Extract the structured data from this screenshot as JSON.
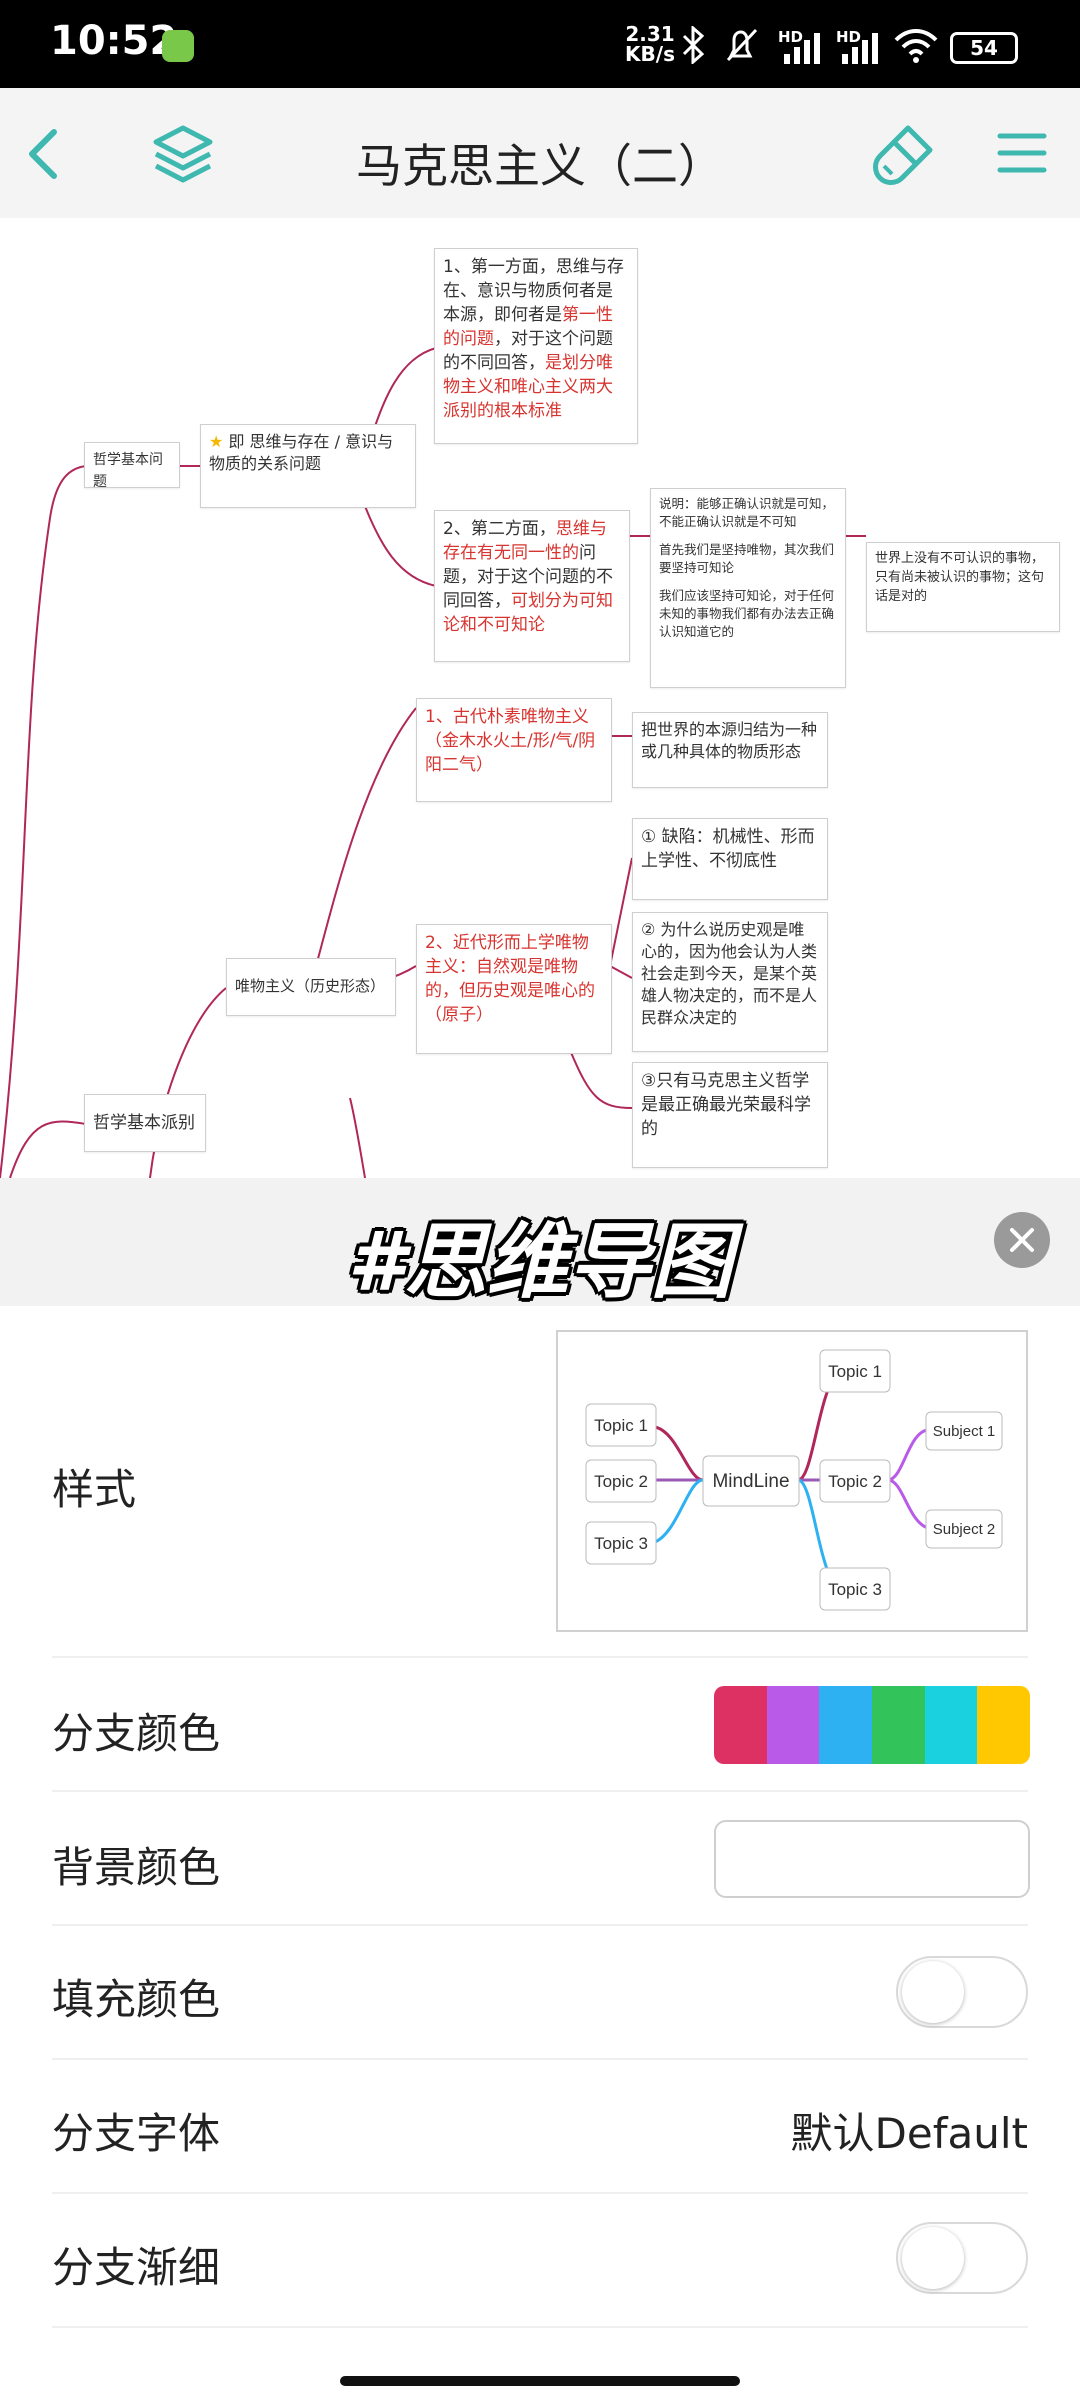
{
  "status_bar": {
    "time": "10:52",
    "net_speed_value": "2.31",
    "net_speed_unit": "KB/s",
    "hd_label": "HD",
    "battery": "54"
  },
  "app_bar": {
    "title": "马克思主义（二）",
    "back_icon": "chevron-left-icon",
    "layers_icon": "layers-icon",
    "brush_icon": "paint-brush-icon",
    "menu_icon": "hamburger-menu-icon",
    "accent_color": "#3fb8b0"
  },
  "mindmap": {
    "branch_color": "#b0275a",
    "n1": "哲学基本问题",
    "n2": "即 思维与存在 / 意识与物质的关系问题",
    "n3_a": "1、第一方面，思维与存在、意识与物质何者是本源，即何者是",
    "n3_b": "第一性的问题",
    "n3_c": "，对于这个问题的不同回答，",
    "n3_d": "是划分唯物主义和唯心主义两大派别的根本标准",
    "n4_a": "2、第二方面，",
    "n4_b": "思维与存在有无同一性的",
    "n4_c": "问题，对于这个问题的不同回答，",
    "n4_d": "可划分为可知论和不可知论",
    "n5_p1": "说明：能够正确认识就是可知，不能正确认识就是不可知",
    "n5_p2": "首先我们是坚持唯物，其次我们要坚持可知论",
    "n5_p3": "我们应该坚持可知论，对于任何未知的事物我们都有办法去正确认识知道它的",
    "n6": "世界上没有不可认识的事物，只有尚未被认识的事物；这句话是对的",
    "n7": "1、古代朴素唯物主义（金木水火土/形/气/阴阳二气）",
    "n8": "把世界的本源归结为一种或几种具体的物质形态",
    "n9": "唯物主义（历史形态）",
    "n10": "2、近代形而上学唯物主义：自然观是唯物的，但历史观是唯心的（原子）",
    "n11": "① 缺陷：机械性、形而上学性、不彻底性",
    "n12": "② 为什么说历史观是唯心的，因为他会认为人类社会走到今天，是某个英雄人物决定的，而不是人民群众决定的",
    "n13": "③只有马克思主义哲学是最正确最光荣最科学的",
    "n14": "哲学基本派别"
  },
  "overlay": {
    "hashtag": "#思维导图",
    "close_icon": "close-icon"
  },
  "settings": {
    "style_label": "样式",
    "style_preview": {
      "center": "MindLine",
      "left": [
        "Topic 1",
        "Topic 2",
        "Topic 3"
      ],
      "right": [
        "Topic 1",
        "Topic 2",
        "Topic 3"
      ],
      "subjects": [
        "Subject 1",
        "Subject 2"
      ]
    },
    "branch_color_label": "分支颜色",
    "branch_colors": [
      "#de3163",
      "#b95be8",
      "#2eb1f2",
      "#33c35b",
      "#19d1df",
      "#ffc800"
    ],
    "background_color_label": "背景颜色",
    "fill_color_label": "填充颜色",
    "fill_color_on": false,
    "branch_font_label": "分支字体",
    "branch_font_value": "默认Default",
    "branch_taper_label": "分支渐细",
    "branch_taper_on": false
  }
}
